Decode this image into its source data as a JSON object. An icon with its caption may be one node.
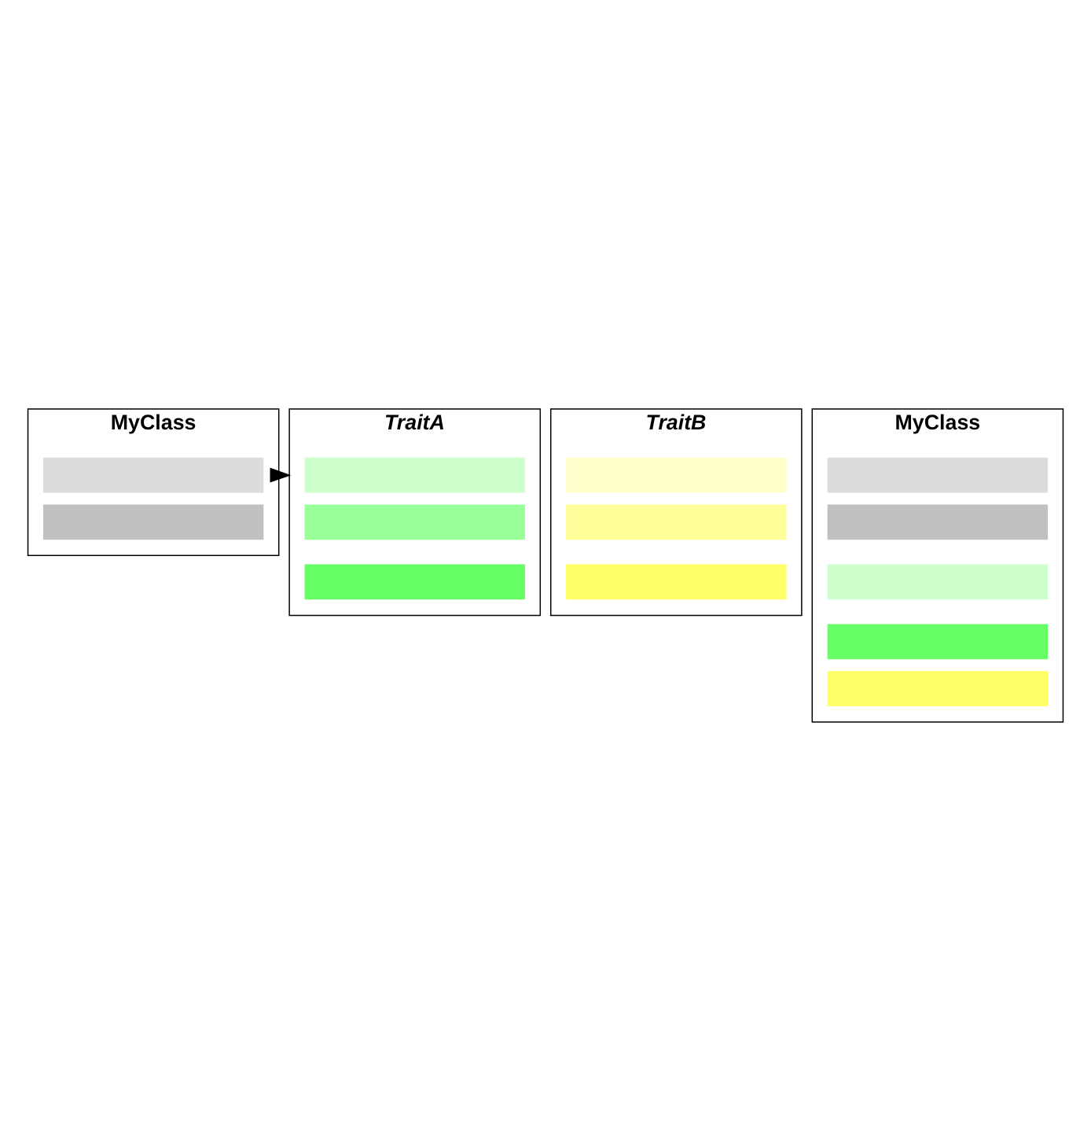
{
  "diagram": {
    "nodes": [
      {
        "text": [
          "MyClass"
        ]
      },
      {
        "text": [],
        "shape": "bar",
        "in": 0
      },
      {
        "text": [],
        "shape": "bar",
        "in": 0
      },
      {
        "text": [
          "TraitA"
        ]
      },
      {
        "text": [],
        "shape": "bar",
        "in": 3
      },
      {
        "text": [],
        "shape": "bar",
        "in": 3
      },
      {
        "text": [],
        "shape": "bar",
        "in": 3
      },
      {
        "text": [
          "TraitB"
        ]
      },
      {
        "text": [],
        "shape": "bar",
        "in": 7
      },
      {
        "text": [],
        "shape": "bar",
        "in": 7
      },
      {
        "text": [],
        "shape": "bar",
        "in": 7
      },
      {
        "text": [
          "MyClass"
        ]
      },
      {
        "text": [],
        "shape": "bar",
        "in": 11
      },
      {
        "text": [],
        "shape": "bar",
        "in": 11
      },
      {
        "text": [],
        "shape": "bar",
        "in": 11
      },
      {
        "text": [],
        "shape": "bar",
        "in": 11
      },
      {
        "text": [],
        "shape": "bar",
        "in": 11
      }
    ],
    "edges": [
      {
        "from": 0,
        "to": 3,
        "arrow": "to"
      }
    ]
  }
}
